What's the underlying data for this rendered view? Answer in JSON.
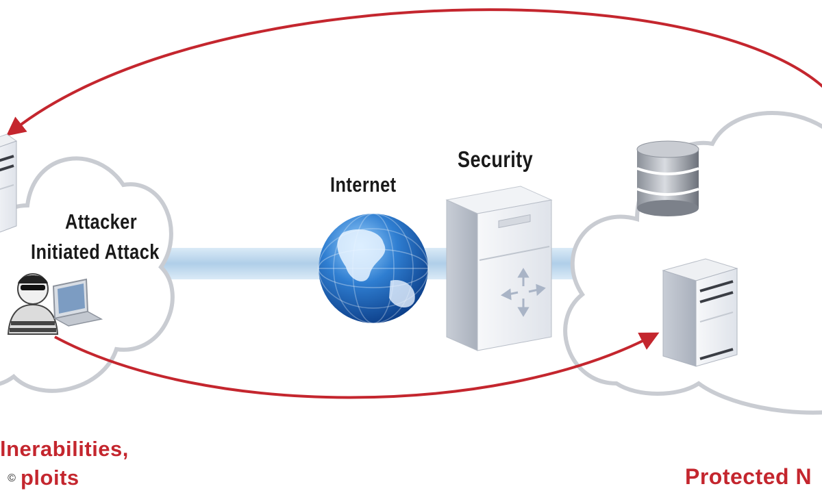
{
  "labels": {
    "security": "Security",
    "internet": "Internet",
    "attacker_line1": "Attacker",
    "attacker_line2": "Initiated Attack",
    "vulnerabilities_line1": "lnerabilities,",
    "vulnerabilities_line2": "ploits",
    "protected": "Protected N"
  },
  "copyright_symbol": "©",
  "colors": {
    "arrow_red": "#c4262e",
    "label_red": "#c4262e",
    "connection_line": "#bcd8ee",
    "cloud_fill": "#ffffff",
    "cloud_stroke": "#c9ccd2"
  },
  "icons": [
    "globe-icon",
    "firewall-router-icon",
    "database-icon",
    "server-icon",
    "attacker-icon",
    "laptop-icon"
  ]
}
